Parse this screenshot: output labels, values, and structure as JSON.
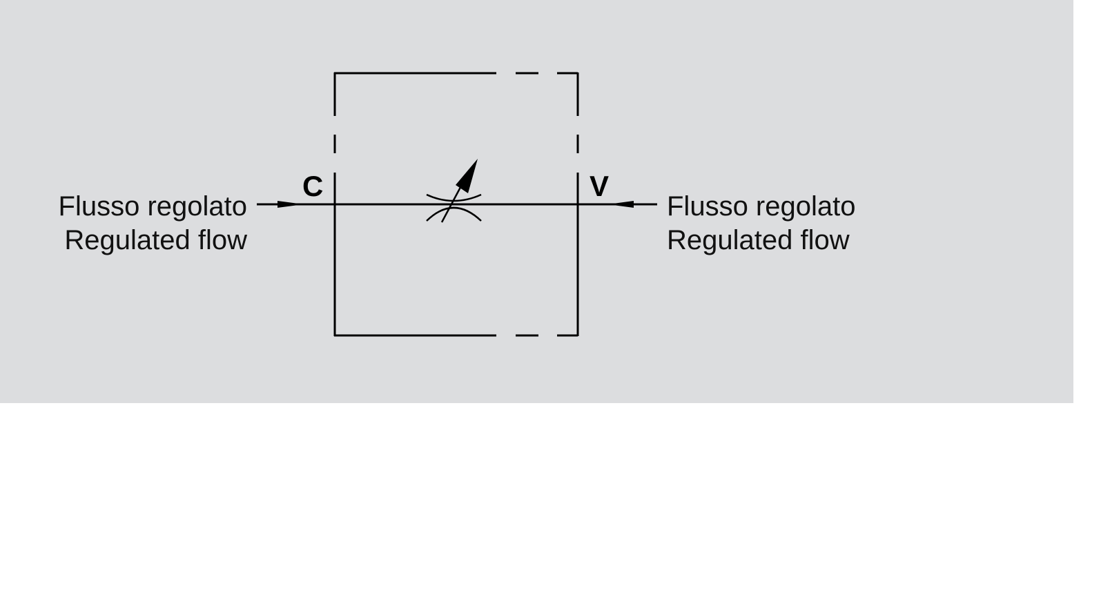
{
  "diagram": {
    "type": "hydraulic-flow-control-valve-symbol",
    "background_color": "#dcdddf",
    "line_color": "#000000",
    "ports": {
      "left": {
        "id": "C",
        "label": "C"
      },
      "right": {
        "id": "V",
        "label": "V"
      }
    },
    "left_label": {
      "line1": "Flusso regolato",
      "line2": "Regulated flow"
    },
    "right_label": {
      "line1": "Flusso regolato",
      "line2": "Regulated flow"
    },
    "symbol": {
      "component": "adjustable-throttle",
      "enclosure": "dashed-outline-box"
    }
  }
}
